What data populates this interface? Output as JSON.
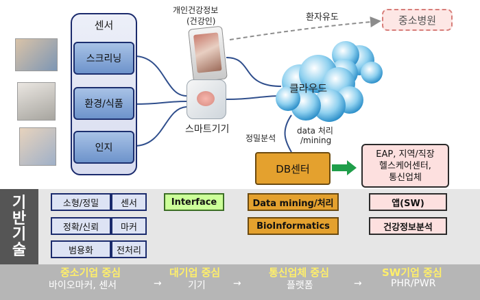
{
  "sensor": {
    "title": "센서",
    "items": [
      "스크리닝",
      "환경/식품",
      "인지"
    ]
  },
  "devices": {
    "phone_label": "개인건강정보",
    "phone_sublabel": "(건강인)",
    "smart_label": "스마트기기"
  },
  "flows": {
    "patient_referral": "환자유도",
    "precision_analysis": "정밀분석",
    "data_processing": "data 처리",
    "mining": "/mining"
  },
  "cloud_label": "클라우드",
  "hospital": "중소병원",
  "db_center": "DB센터",
  "eap": [
    "EAP, 지역/직장",
    "헬스케어센터,",
    "통신업체"
  ],
  "base_tech": {
    "side_label": [
      "기",
      "반",
      "기",
      "술"
    ],
    "cells": [
      "소형/정밀",
      "센서",
      "정확/신뢰",
      "마커",
      "범용화",
      "전처리"
    ],
    "interface": "Interface",
    "data_mining": "Data mining/처리",
    "bioinformatics": "BioInformatics",
    "app": "앱(SW)",
    "health_analysis": "건강정보분석"
  },
  "footer": {
    "groups": [
      {
        "title": "중소기업 중심",
        "sub": "바이오마커, 센서"
      },
      {
        "title": "대기업 중심",
        "sub": "기기"
      },
      {
        "title": "통신업체 중심",
        "sub": "플랫폼"
      },
      {
        "title": "SW기업 중심",
        "sub": "PHR/PWR"
      }
    ],
    "arrow": "→"
  },
  "colors": {
    "sensor_button": "#6d93cb",
    "db_center": "#e4a12e",
    "eap_box": "#fde0df",
    "interface_box": "#ccff99",
    "data_box": "#e4a12e",
    "footer_title": "#ffef6a"
  }
}
